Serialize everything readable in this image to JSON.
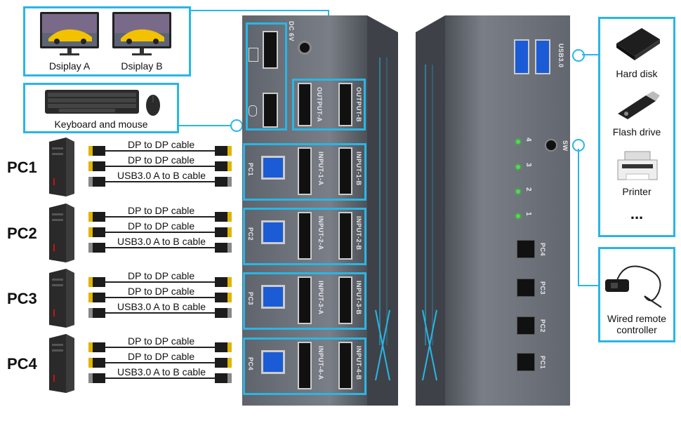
{
  "monitors": {
    "a": "Dsiplay A",
    "b": "Dsiplay B"
  },
  "peripherals": {
    "keyboard_mouse": "Keyboard and mouse"
  },
  "pcs": [
    {
      "label": "PC1",
      "cables": [
        "DP to DP cable",
        "DP to DP cable",
        "USB3.0 A to B cable"
      ]
    },
    {
      "label": "PC2",
      "cables": [
        "DP to DP cable",
        "DP to DP cable",
        "USB3.0 A to B cable"
      ]
    },
    {
      "label": "PC3",
      "cables": [
        "DP to DP cable",
        "DP to DP cable",
        "USB3.0 A to B cable"
      ]
    },
    {
      "label": "PC4",
      "cables": [
        "DP to DP cable",
        "DP to DP cable",
        "USB3.0 A to B cable"
      ]
    }
  ],
  "back_panel": {
    "dc": "DC 6V",
    "output_a": "OUTPUT-A",
    "output_b": "OUTPUT-B",
    "inputs": [
      {
        "pc": "PC1",
        "a": "INPUT-1-A",
        "b": "INPUT-1-B"
      },
      {
        "pc": "PC2",
        "a": "INPUT-2-A",
        "b": "INPUT-2-B"
      },
      {
        "pc": "PC3",
        "a": "INPUT-3-A",
        "b": "INPUT-3-B"
      },
      {
        "pc": "PC4",
        "a": "INPUT-4-A",
        "b": "INPUT-4-B"
      }
    ]
  },
  "front_panel": {
    "usb_label": "USB3.0",
    "sw_label": "SW",
    "leds": [
      "4",
      "3",
      "2",
      "1"
    ],
    "buttons": [
      "PC4",
      "PC3",
      "PC2",
      "PC1"
    ]
  },
  "devices": {
    "hard_disk": "Hard disk",
    "flash_drive": "Flash drive",
    "printer": "Printer",
    "more": "...",
    "remote": "Wired remote controller"
  },
  "colors": {
    "accent": "#29b6e6",
    "device_body": "#6e727a",
    "led": "#44e244"
  }
}
